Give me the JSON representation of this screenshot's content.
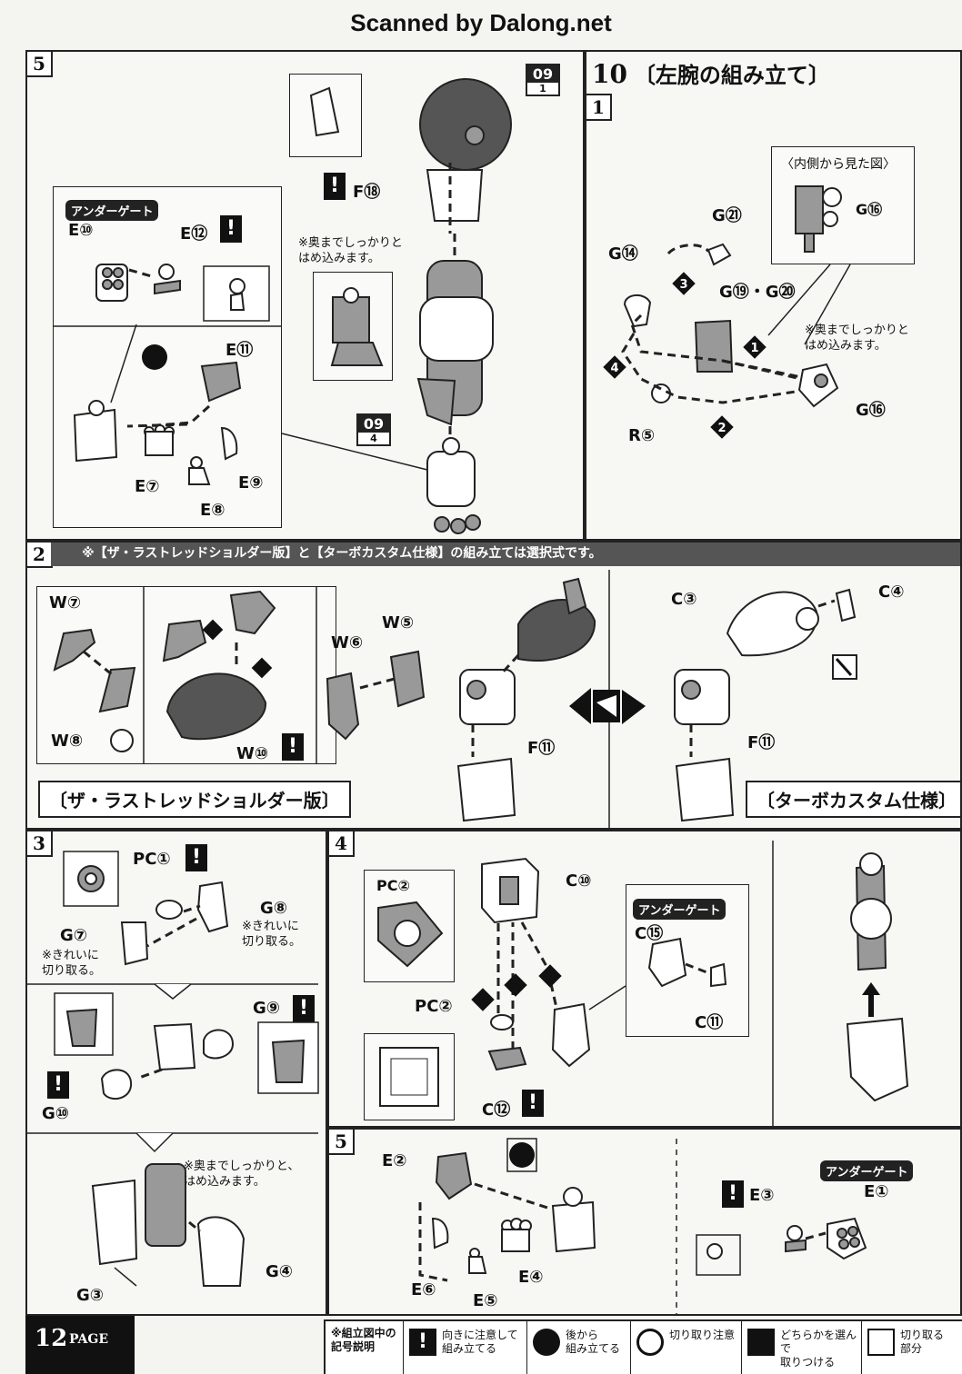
{
  "header": {
    "scan_credit": "Scanned by Dalong.net"
  },
  "step10": {
    "title": "〔左腕の組み立て〕",
    "number": "10"
  },
  "panels": {
    "p5_top": {
      "num": "5",
      "underGate": "アンダーゲート",
      "labels": {
        "e10": "E⑩",
        "e12": "E⑫",
        "e11": "E⑪",
        "e7": "E⑦",
        "e8": "E⑧",
        "e9": "E⑨",
        "f18": "F⑱",
        "ref1": "09",
        "ref1sub": "1",
        "ref2": "09",
        "ref2sub": "4"
      },
      "note": "※奥までしっかりと\nはめ込みます。"
    },
    "p1_right": {
      "num": "1",
      "inner_view": "〈内側から見た図〉",
      "labels": {
        "g16a": "G⑯",
        "g21": "G㉑",
        "g14": "G⑭",
        "g19_20": "G⑲・G⑳",
        "g16b": "G⑯",
        "r5": "R⑤"
      },
      "note": "※奥までしっかりと\nはめ込みます。",
      "steps": [
        "❶",
        "❷",
        "❸",
        "❹"
      ]
    },
    "p2": {
      "num": "2",
      "header_note": "※【ザ・ラストレッドショルダー版】と【ターボカスタム仕様】の組み立ては選択式です。",
      "labels": {
        "w7": "W⑦",
        "w8": "W⑧",
        "w6": "W⑥",
        "w5": "W⑤",
        "w10": "W⑩",
        "f11a": "F⑪",
        "c3": "C③",
        "c4": "C④",
        "f11b": "F⑪"
      },
      "banner_left": "〔ザ・ラストレッドショルダー版〕",
      "banner_right": "〔ターボカスタム仕様〕"
    },
    "p3": {
      "num": "3",
      "labels": {
        "pc1": "PC①",
        "g8": "G⑧",
        "g7": "G⑦",
        "g9": "G⑨",
        "g10": "G⑩",
        "g4": "G④",
        "g3": "G③"
      },
      "note_g8": "※きれいに\n切り取る。",
      "note_g7": "※きれいに\n切り取る。",
      "note_bottom": "※奥までしっかりと、\nはめ込みます。"
    },
    "p4": {
      "num": "4",
      "underGate": "アンダーゲート",
      "labels": {
        "pc2a": "PC②",
        "c10": "C⑩",
        "pc2b": "PC②",
        "c12": "C⑫",
        "c15": "C⑮",
        "c11": "C⑪"
      }
    },
    "p5_bottom": {
      "num": "5",
      "underGate": "アンダーゲート",
      "labels": {
        "e2": "E②",
        "e6": "E⑥",
        "e5": "E⑤",
        "e4": "E④",
        "e3": "E③",
        "e1": "E①"
      }
    }
  },
  "footer": {
    "page": "12",
    "page_word": "PAGE",
    "legend_title": "※組立図中の\n記号説明",
    "items": [
      {
        "icon": "exclamation-icon",
        "text": "向きに注意して\n組み立てる"
      },
      {
        "icon": "back-assembly-icon",
        "text": "後から\n組み立てる"
      },
      {
        "icon": "cut-caution-icon",
        "text": "切り取り注意"
      },
      {
        "icon": "choose-one-icon",
        "text": "どちらかを選んで\n取りつける"
      },
      {
        "icon": "cut-off-icon",
        "text": "切り取る\n部分"
      }
    ]
  }
}
